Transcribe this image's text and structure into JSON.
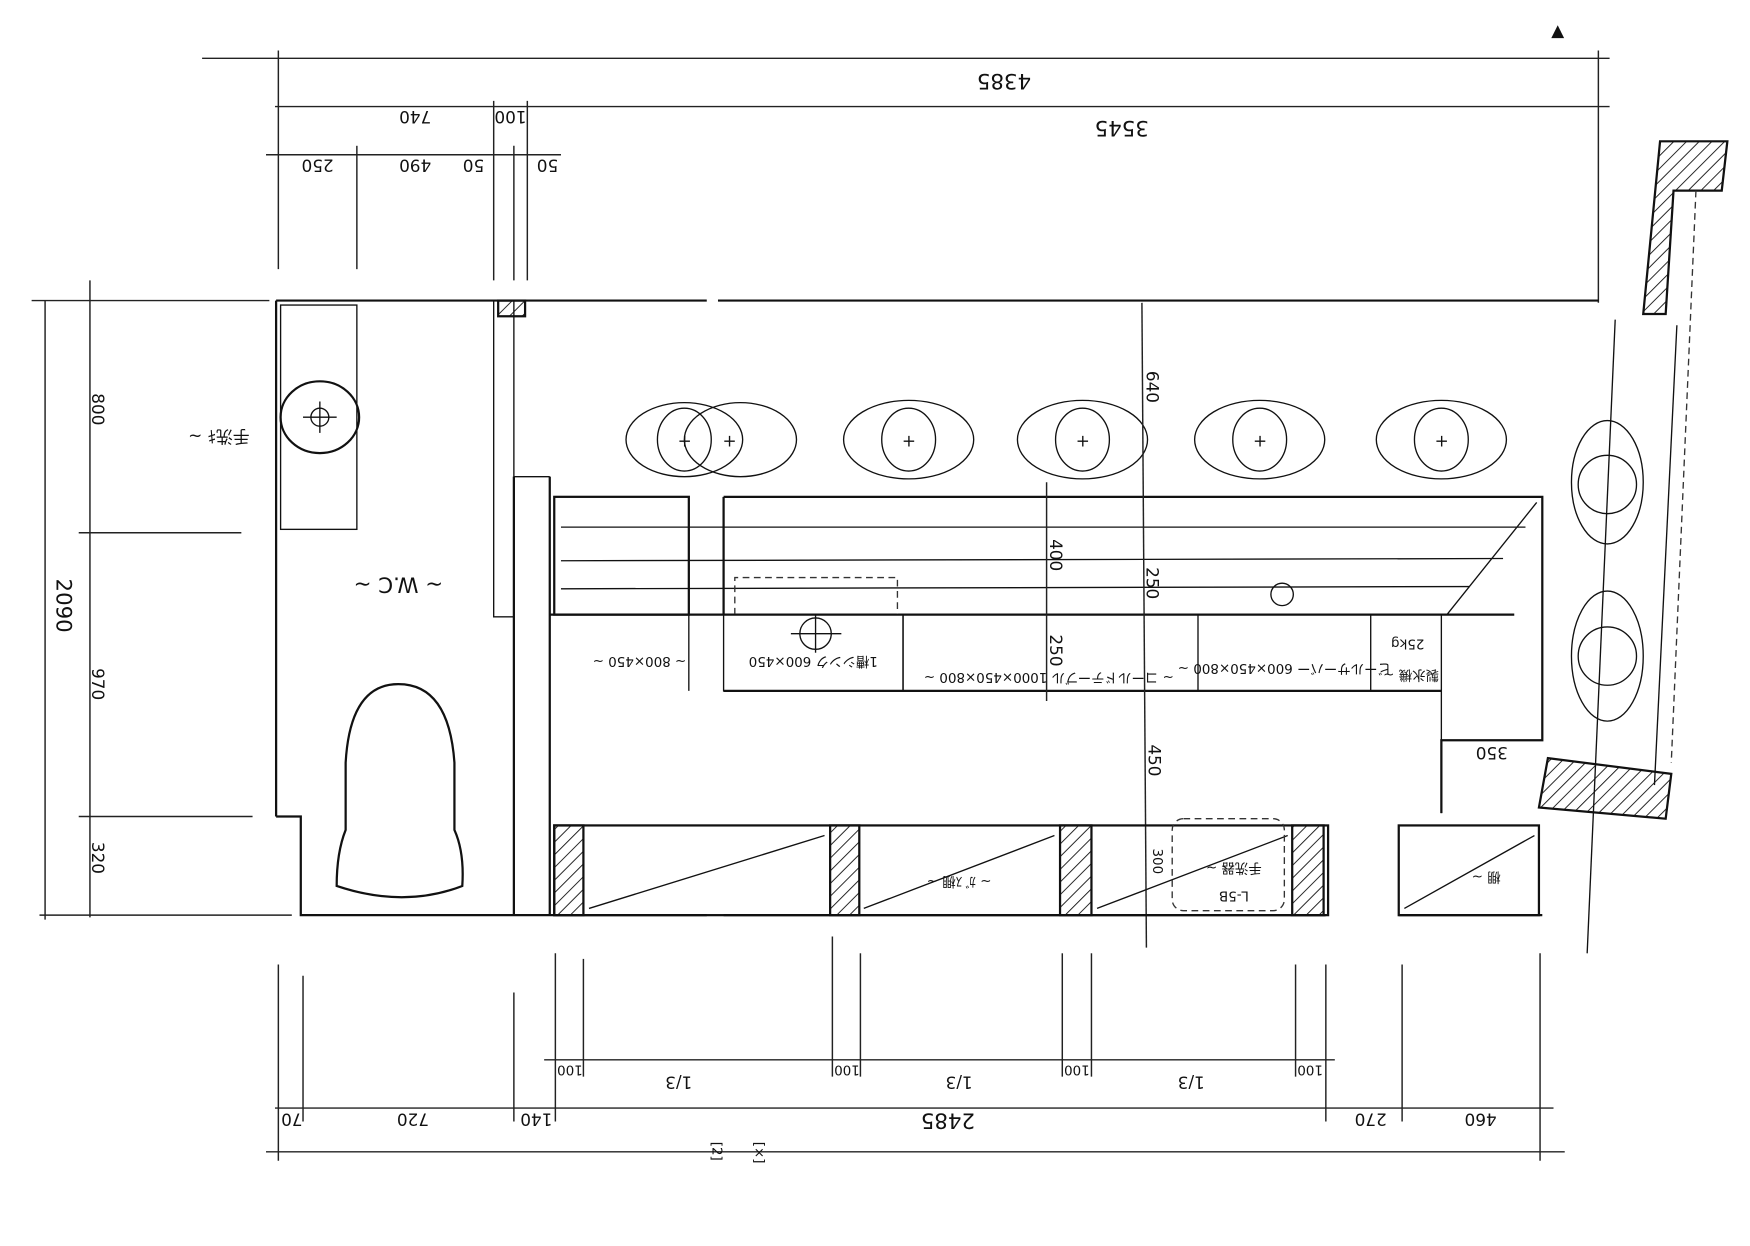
{
  "plan": {
    "title_marker": "▲",
    "dims_top": {
      "overall": "4385",
      "main": "3545",
      "wc": "740",
      "wall": "100",
      "a": "250",
      "b": "490",
      "c": "50",
      "d": "50"
    },
    "dims_left": {
      "overall": "2090",
      "top": "800",
      "mid": "970",
      "bottom": "320"
    },
    "dims_bottom": {
      "a": "70",
      "b": "720",
      "c": "140",
      "main": "2485",
      "d": "270",
      "e": "460"
    },
    "dims_third": {
      "third": "1/3",
      "post": "100"
    },
    "dims_inner": {
      "seat_depth": "640",
      "counter": "400",
      "gap": "250",
      "back": "250",
      "aisle": "450",
      "corner": "350",
      "shelf": "300"
    },
    "rooms": {
      "wc": "~ W.C ~",
      "handwash": "手洗ｷ ~"
    },
    "equipment": {
      "e1": "~ 800×450 ~",
      "e2": "1槽シンク 600×450",
      "e3": "~ コールドテーブル 1000×450×800 ~",
      "e4": "ビールサーバー 600×450×800 ~",
      "e5": "製氷機 ~",
      "e6": "25kg",
      "gas_shelf": "~ ｶﾞｽ棚 ~",
      "handsink": "手洗器 ~",
      "shelf": "棚 ~",
      "ref": "L-5B"
    },
    "page_marks": {
      "p": "[2]",
      "x": "[×]"
    }
  }
}
